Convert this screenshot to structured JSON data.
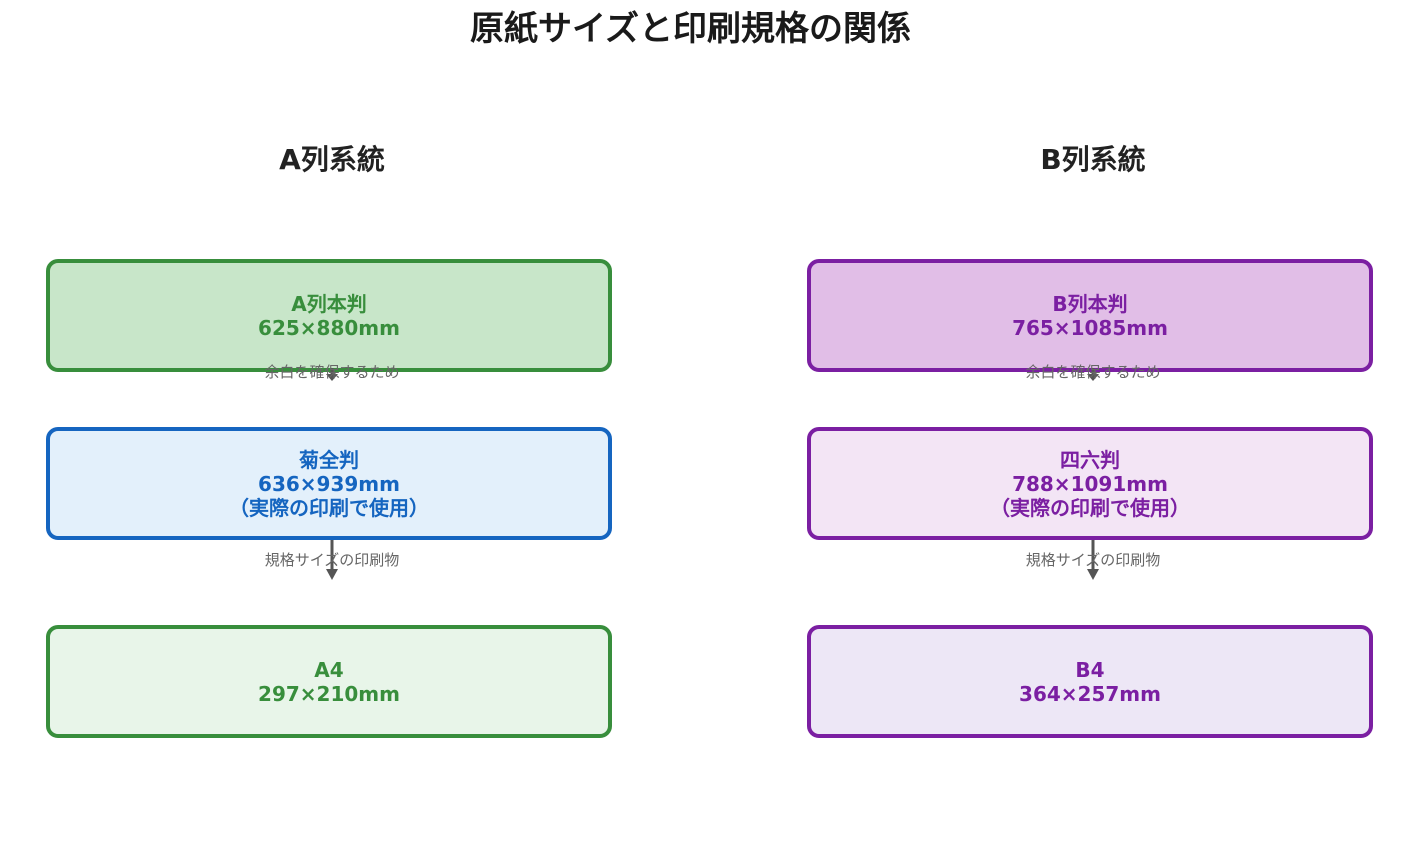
{
  "title": "原紙サイズと印刷規格の関係",
  "columns": [
    {
      "title": "A列系統",
      "boxes": [
        {
          "name": "A列本判",
          "size": "625×880mm",
          "note": ""
        },
        {
          "name": "菊全判",
          "size": "636×939mm",
          "note": "（実際の印刷で使用）"
        },
        {
          "name": "A4",
          "size": "297×210mm",
          "note": ""
        }
      ],
      "arrows": [
        {
          "label": "余白を確保するため"
        },
        {
          "label": "規格サイズの印刷物"
        }
      ]
    },
    {
      "title": "B列系統",
      "boxes": [
        {
          "name": "B列本判",
          "size": "765×1085mm",
          "note": ""
        },
        {
          "name": "四六判",
          "size": "788×1091mm",
          "note": "（実際の印刷で使用）"
        },
        {
          "name": "B4",
          "size": "364×257mm",
          "note": ""
        }
      ],
      "arrows": [
        {
          "label": "余白を確保するため"
        },
        {
          "label": "規格サイズの印刷物"
        }
      ]
    }
  ],
  "colors": {
    "a_green": "#388e3c",
    "a_green_fill_1": "#c8e6c9",
    "a_green_fill_3": "#e8f5e9",
    "a_blue": "#1565c0",
    "a_blue_fill": "#e3f0fb",
    "b_purple": "#7b1fa2",
    "b_purple_fill_1": "#e1bee7",
    "b_purple_fill_2": "#f3e5f5",
    "b_purple_fill_3": "#ede7f6",
    "arrow": "#555555"
  }
}
